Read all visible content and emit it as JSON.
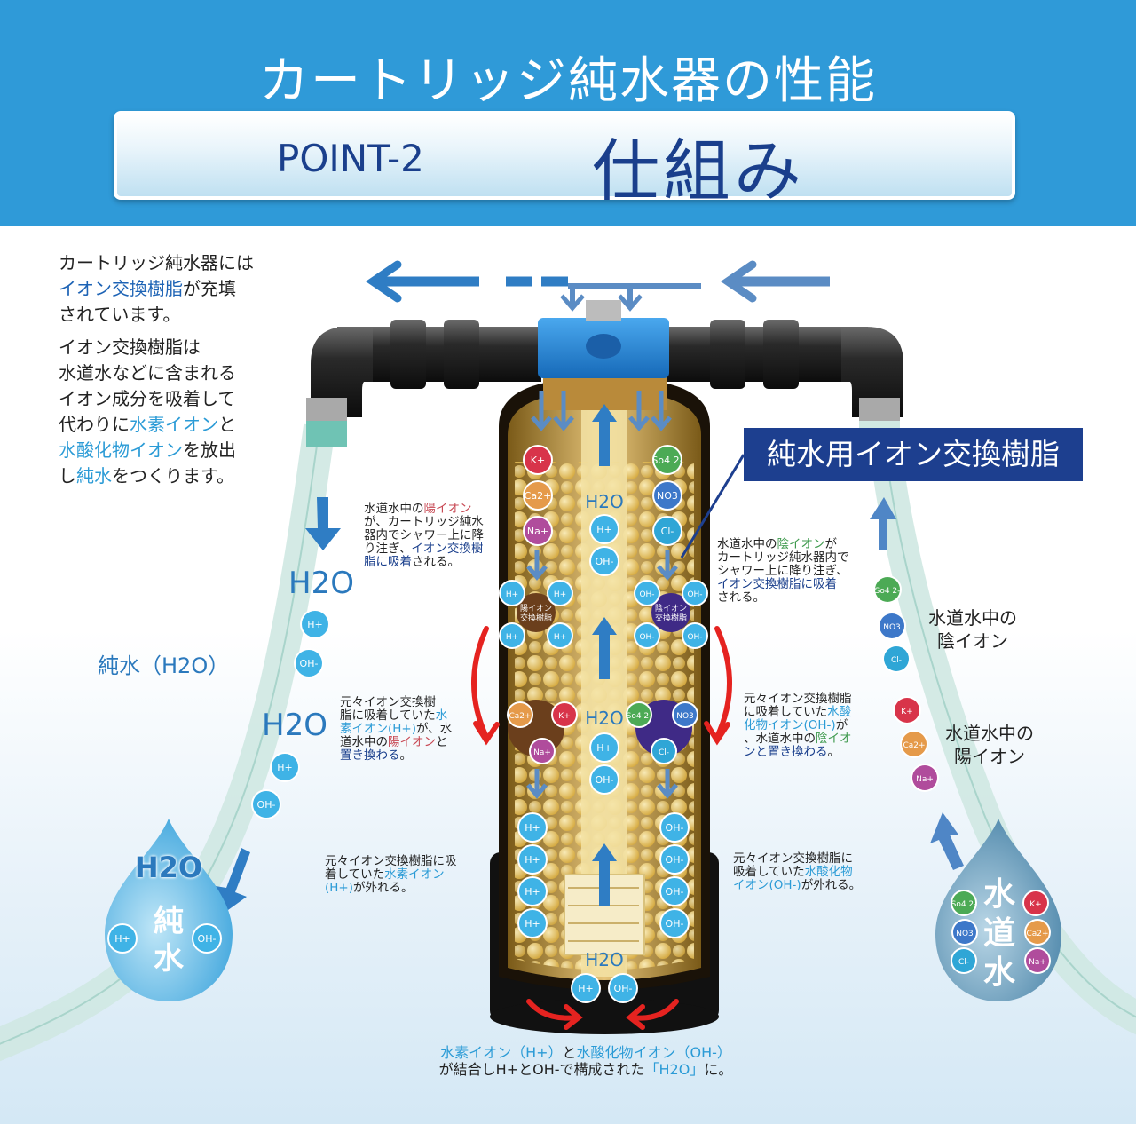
{
  "header": {
    "title": "カートリッジ純水器の性能",
    "point_label": "POINT-2",
    "point_title": "仕組み"
  },
  "intro": {
    "p1_a": "カートリッジ純水器には",
    "p1_b_hl": "イオン交換樹脂",
    "p1_b": "が充填",
    "p1_c": "されています。",
    "p2_a": "イオン交換樹脂は",
    "p2_b": "水道水などに含まれる",
    "p2_c": "イオン成分を吸着して",
    "p2_d": "代わりに",
    "p2_d_hl": "水素イオン",
    "p2_d_end": "と",
    "p2_e_hl": "水酸化物イオン",
    "p2_e": "を放出",
    "p2_f": "し",
    "p2_f_hl": "純水",
    "p2_f_end": "をつくります。"
  },
  "resin_label": "純水用イオン交換樹脂",
  "notes": {
    "cation_in": {
      "a": "水道水中の",
      "a_hl": "陽イオン",
      "b": "が、カートリッジ純水",
      "c": "器内でシャワー上に降",
      "d": "り注ぎ、",
      "d_hl": "イオン交換樹",
      "e_hl": "脂に吸着",
      "e": "される。"
    },
    "anion_in": {
      "a": "水道水中の",
      "a_hl": "陰イオン",
      "a_end": "が",
      "b": "カートリッジ純水器内で",
      "c": "シャワー上に降り注ぎ、",
      "d_hl": "イオン交換樹脂に吸着",
      "e": "される。"
    },
    "cation_swap": {
      "a": "元々イオン交換樹",
      "b": "脂に吸着していた",
      "b_hl": "水",
      "c_hl": "素イオン(H+)",
      "c": "が、水",
      "d": "道水中の",
      "d_hl": "陽イオン",
      "d_end": "と",
      "e_hl": "置き換わる",
      "e": "。"
    },
    "anion_swap": {
      "a": "元々イオン交換樹脂",
      "b": "に吸着していた",
      "b_hl": "水酸",
      "c_hl": "化物イオン(OH-)",
      "c": "が",
      "d": "、水道水中の",
      "d_hl": "陰イオ",
      "e_hl": "ンと置き換わる",
      "e": "。"
    },
    "h_release": {
      "a": "元々イオン交換樹脂に吸",
      "b": "着していた",
      "b_hl": "水素イオン",
      "c_hl": "(H+)",
      "c": "が外れる。"
    },
    "oh_release": {
      "a": "元々イオン交換樹脂に",
      "b": "吸着していた",
      "b_hl": "水酸化物",
      "c_hl": "イオン(OH-)",
      "c": "が外れる。"
    }
  },
  "side_labels": {
    "anion": [
      "水道水中の",
      "陰イオン"
    ],
    "cation": [
      "水道水中の",
      "陽イオン"
    ],
    "pure_water": "純水（H2O）"
  },
  "bottom_caption": {
    "a_hl": "水素イオン（H+）",
    "a": "と",
    "b_hl": "水酸化物イオン（OH-）",
    "c": "が結合しH+とOH-で構成された",
    "c_hl": "「H2O」",
    "c_end": "に。"
  },
  "resin_beads": {
    "cation_resin": [
      "陽イオン",
      "交換樹脂"
    ],
    "anion_resin": [
      "陰イオン",
      "交換樹脂"
    ]
  },
  "ions": {
    "h": "H+",
    "oh": "OH-",
    "h2o": "H2O",
    "k": "K+",
    "ca": "Ca2+",
    "na": "Na+",
    "so4": "So4 2-",
    "no3": "NO3",
    "cl": "Cl-"
  },
  "drops": {
    "pure": {
      "formula": "H2O",
      "char1": "純",
      "char2": "水"
    },
    "tap": {
      "char1": "水",
      "char2": "道",
      "char3": "水"
    }
  },
  "colors": {
    "header_blue": "#2f9ad8",
    "navy": "#1a3f8c",
    "ion_h": "#3fb3e6",
    "ion_k": "#d8344a",
    "ion_ca": "#e59a4a",
    "ion_na": "#b04c9c",
    "ion_so4": "#4caa55",
    "ion_no3": "#3d78c9",
    "ion_cl": "#2fa6d6",
    "arrow_red": "#e52320"
  }
}
